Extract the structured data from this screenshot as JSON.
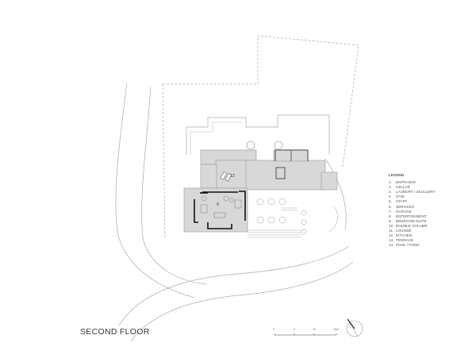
{
  "title": "SECOND FLOOR",
  "legend": {
    "title": "LEGEND",
    "items": [
      {
        "num": "1.",
        "label": "ENTRANCE"
      },
      {
        "num": "2.",
        "label": "CELLAR"
      },
      {
        "num": "3.",
        "label": "LAUNDRY / SCULLERY"
      },
      {
        "num": "4.",
        "label": "GYM"
      },
      {
        "num": "5.",
        "label": "STAFF"
      },
      {
        "num": "6.",
        "label": "SERVICES"
      },
      {
        "num": "7.",
        "label": "GARAGE"
      },
      {
        "num": "8.",
        "label": "ENTERTAINMENT"
      },
      {
        "num": "9.",
        "label": "BEDROOM SUITE"
      },
      {
        "num": "10.",
        "label": "DOUBLE VOLUME"
      },
      {
        "num": "11.",
        "label": "LOUNGE"
      },
      {
        "num": "12.",
        "label": "KITCHEN"
      },
      {
        "num": "13.",
        "label": "TERRACE"
      },
      {
        "num": "14.",
        "label": "POOL / POND"
      }
    ]
  },
  "room_labels": {
    "bedroom": "9",
    "terrace": "13"
  },
  "scale_bar": {
    "ticks": [
      "0",
      "5",
      "10",
      "15m"
    ]
  },
  "colors": {
    "line": "#9a9a9a",
    "fill": "#d8d8d8",
    "wall": "#111111"
  }
}
